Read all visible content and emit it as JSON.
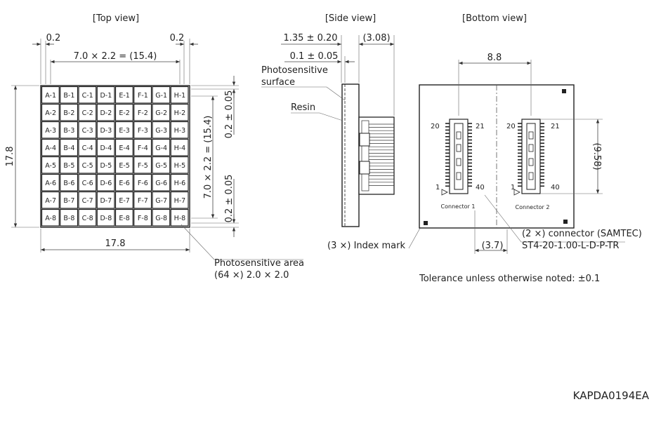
{
  "views": {
    "top": "[Top view]",
    "side": "[Side view]",
    "bottom": "[Bottom view]"
  },
  "top": {
    "cols": [
      "A",
      "B",
      "C",
      "D",
      "E",
      "F",
      "G",
      "H"
    ],
    "rows": [
      "1",
      "2",
      "3",
      "4",
      "5",
      "6",
      "7",
      "8"
    ],
    "dim_gap_left": "0.2",
    "dim_gap_right": "0.2",
    "dim_pitch_h": "7.0 × 2.2 = (15.4)",
    "dim_height": "17.8",
    "dim_width": "17.8",
    "dim_pitch_v": "7.0 × 2.2 = (15.4)",
    "dim_gap_top": "0.2 ± 0.05",
    "dim_gap_bottom": "0.2 ± 0.05",
    "area_label_1": "Photosensitive area",
    "area_label_2": "(64 ×) 2.0 × 2.0"
  },
  "side": {
    "dim_total": "1.35 ± 0.20",
    "dim_connector": "(3.08)",
    "dim_surface": "0.1 ± 0.05",
    "photosensitive_1": "Photosensitive",
    "photosensitive_2": "surface",
    "resin": "Resin",
    "index_mark": "(3 ×) Index mark"
  },
  "bottom": {
    "dim_spacing": "8.8",
    "dim_height": "(9.58)",
    "dim_offset": "(3.7)",
    "connector1": "Connector 1",
    "connector2": "Connector 2",
    "pin_20": "20",
    "pin_21": "21",
    "pin_1": "1",
    "pin_40": "40",
    "connector_note_1": "(2 ×) connector (SAMTEC)",
    "connector_note_2": "ST4-20-1.00-L-D-P-TR",
    "tolerance": "Tolerance unless otherwise noted: ±0.1"
  },
  "drawing_id": "KAPDA0194EA"
}
